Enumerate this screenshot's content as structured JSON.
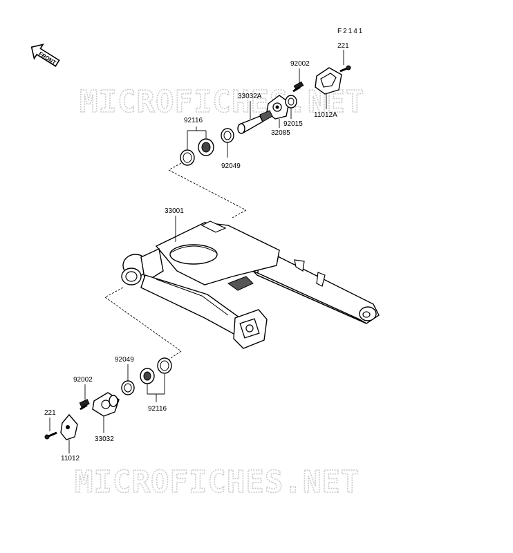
{
  "figure_code": "F2141",
  "front_label": "FRONT",
  "watermark_top": "MICROFICHES.NET",
  "watermark_bottom": "MICROFICHES.NET",
  "parts": {
    "p221_top": "221",
    "p92002_top": "92002",
    "p33032A": "33032A",
    "p11012A": "11012A",
    "p92015": "92015",
    "p32085": "32085",
    "p92116_top": "92116",
    "p92049_top": "92049",
    "p33001": "33001",
    "p92049_bottom": "92049",
    "p92002_bottom": "92002",
    "p92116_bottom": "92116",
    "p221_bottom": "221",
    "p33032": "33032",
    "p11012": "11012"
  }
}
